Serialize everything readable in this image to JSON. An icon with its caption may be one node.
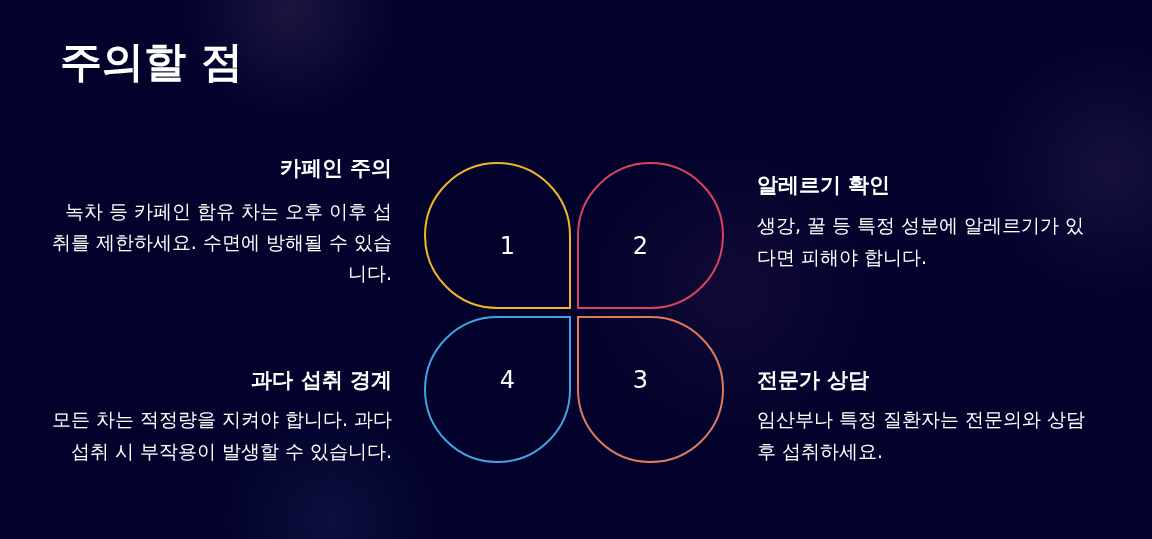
{
  "diagram": {
    "title": "주의할 점",
    "nodes": [
      {
        "text": [
          "1"
        ],
        "beside": [
          "카페인 주의",
          "녹차 등 카페인 함유 차는 오후 이후 섭취를 제한하세요. 수면에 방해될 수 있습니다."
        ]
      },
      {
        "text": [
          "2"
        ],
        "beside": [
          "알레르기 확인",
          "생강, 꿀 등 특정 성분에 알레르기가 있다면 피해야 합니다."
        ]
      },
      {
        "text": [
          "3"
        ],
        "beside": [
          "전문가 상담",
          "임산부나 특정 질환자는 전문의와 상담 후 섭취하세요."
        ]
      },
      {
        "text": [
          "4"
        ],
        "beside": [
          "과다 섭취 경계",
          "모든 차는 적정량을 지켜야 합니다. 과다 섭취 시 부작용이 발생할 수 있습니다."
        ]
      }
    ]
  }
}
